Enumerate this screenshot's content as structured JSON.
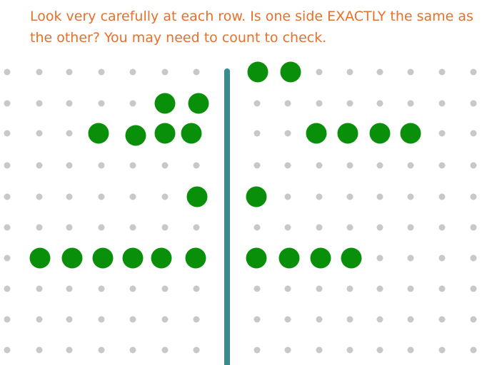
{
  "instruction": "Look very carefully at each row. Is one side EXACTLY the same as the other? You may need to count to check.",
  "colors": {
    "instruction_text": "#e8702a",
    "grid_dot": "#c8c8c8",
    "counter": "#0a8f0a",
    "mirror_line": "#3a8c8c"
  },
  "rows": [
    {
      "left_counters": 0,
      "right_counters": 2
    },
    {
      "left_counters": 2,
      "right_counters": 0
    },
    {
      "left_counters": 4,
      "right_counters": 4
    },
    {
      "left_counters": 0,
      "right_counters": 0
    },
    {
      "left_counters": 1,
      "right_counters": 1
    },
    {
      "left_counters": 0,
      "right_counters": 0
    },
    {
      "left_counters": 6,
      "right_counters": 4
    },
    {
      "left_counters": 0,
      "right_counters": 0
    },
    {
      "left_counters": 0,
      "right_counters": 0
    },
    {
      "left_counters": 0,
      "right_counters": 0
    }
  ]
}
